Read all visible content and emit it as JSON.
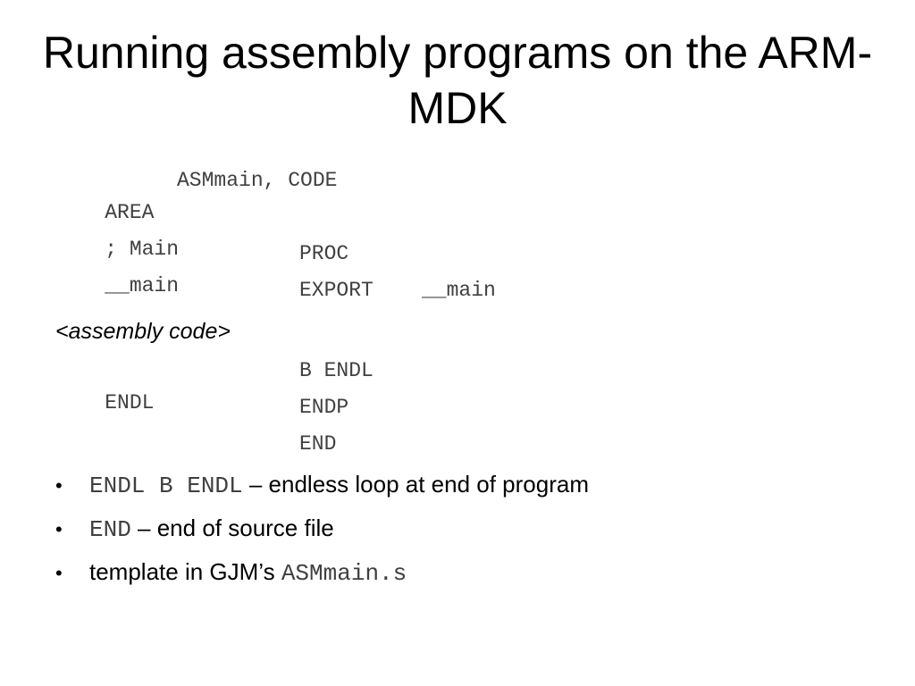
{
  "slide": {
    "title": "Running assembly programs on the ARM-MDK",
    "code": {
      "line1": {
        "col1": "AREA",
        "col2": "ASMmain, CODE"
      },
      "line2": {
        "col1": "; Main"
      },
      "line3": {
        "col1": "__main",
        "col2": "PROC"
      },
      "line4": {
        "col2": "EXPORT",
        "col3": "__main"
      },
      "placeholder": "<assembly code>",
      "line6": {
        "col1": "ENDL",
        "col2": "B ENDL"
      },
      "line7": {
        "col2": "ENDP"
      },
      "line8": {
        "col2": "END"
      }
    },
    "bullets": [
      {
        "code": "ENDL B ENDL",
        "text": " – endless loop at end of program"
      },
      {
        "code": "END",
        "text": " – end of source file"
      },
      {
        "text": "template in GJM’s ",
        "code": "ASMmain.s"
      }
    ],
    "bullet_symbol": "•"
  }
}
